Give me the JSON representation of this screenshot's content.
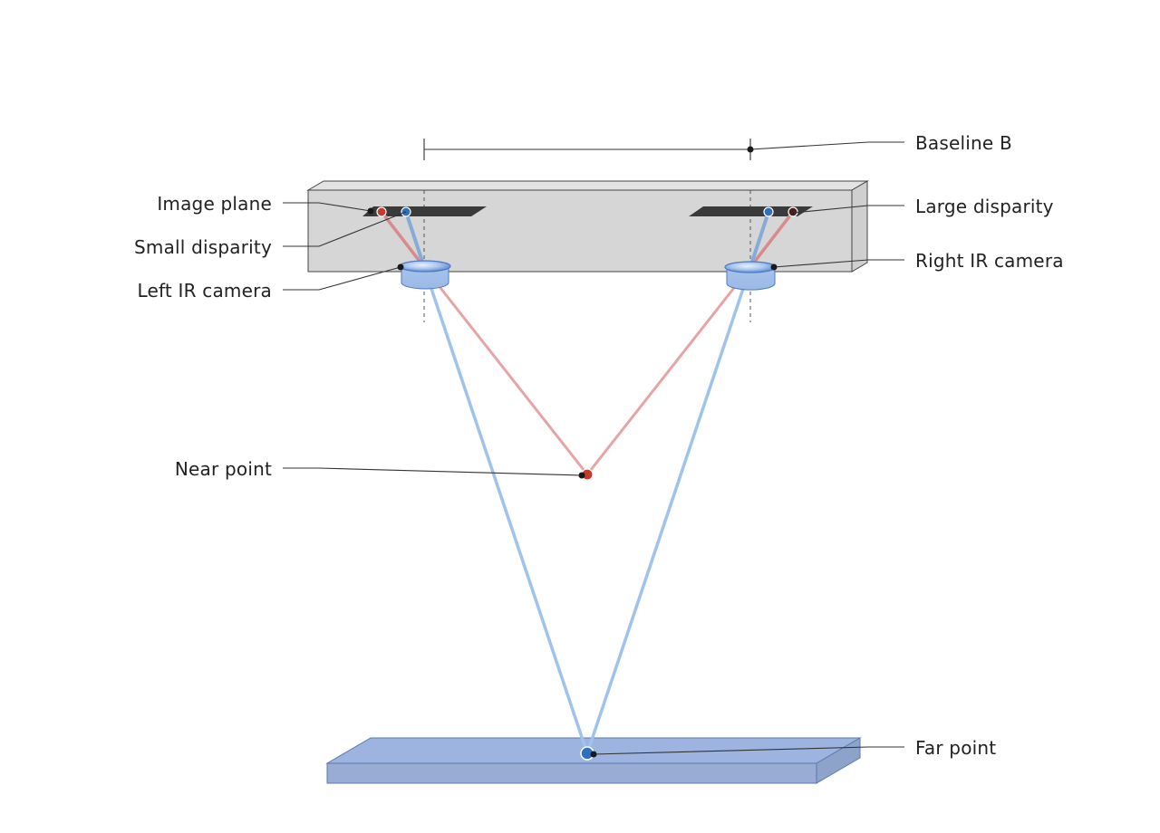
{
  "labels": {
    "baseline": "Baseline B",
    "image_plane": "Image plane",
    "small_disparity": "Small disparity",
    "left_camera": "Left IR camera",
    "large_disparity": "Large disparity",
    "right_camera": "Right IR camera",
    "near_point": "Near point",
    "far_point": "Far point"
  },
  "colors": {
    "housing_front": "#d6d6d6",
    "housing_edge": "#444444",
    "sensor": "#3a3a3a",
    "lens": "#a9c6ee",
    "lens_edge": "#4f79c4",
    "near_ray": "#e6a4a4",
    "near_point": "#c8392d",
    "far_ray": "#9fc3ea",
    "far_point": "#2e6fbf",
    "surface_top": "#9cb4df",
    "surface_front": "#98acd4",
    "surface_side": "#8ea3c9"
  }
}
